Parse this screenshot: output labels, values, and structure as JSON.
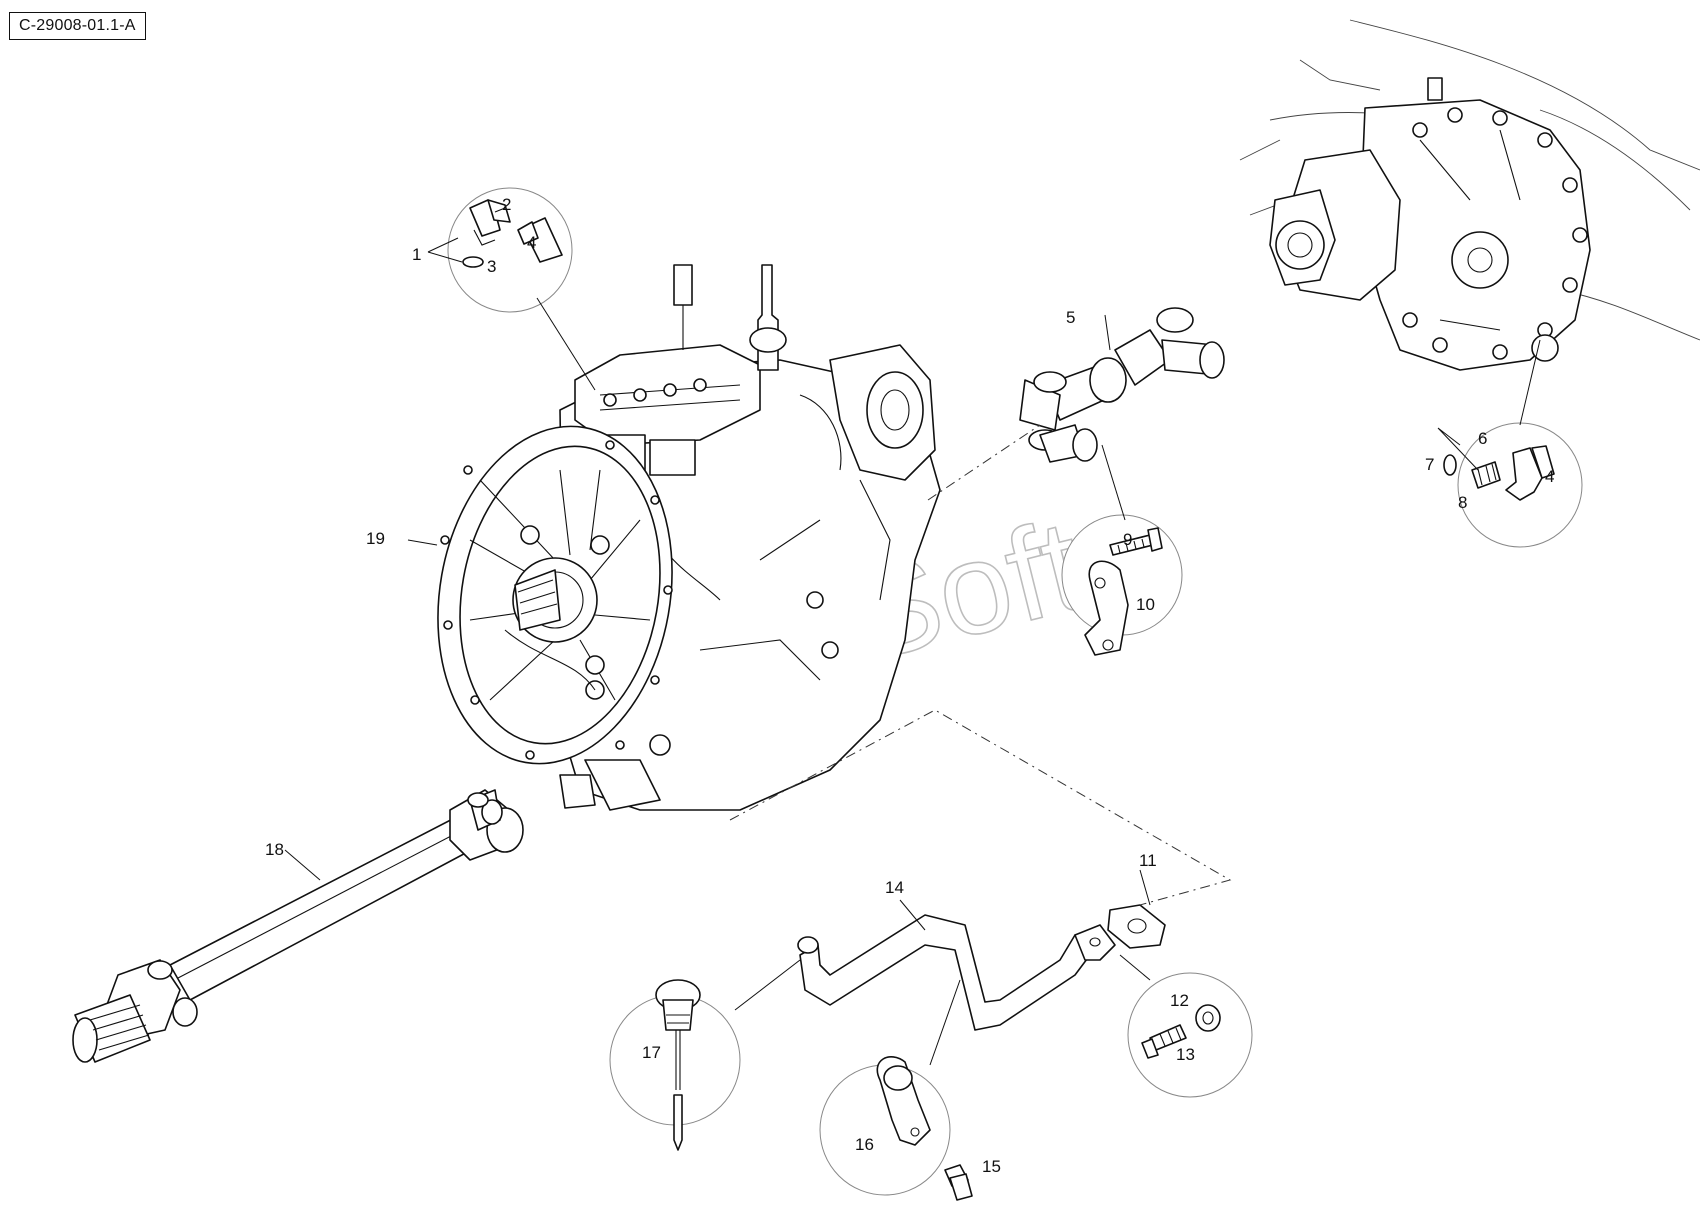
{
  "reference": "C-29008-01.1-A",
  "watermark": "ProSoft",
  "callouts": [
    "1",
    "2",
    "3",
    "4",
    "4",
    "5",
    "6",
    "7",
    "8",
    "9",
    "10",
    "11",
    "12",
    "13",
    "14",
    "15",
    "16",
    "17",
    "18",
    "19"
  ]
}
